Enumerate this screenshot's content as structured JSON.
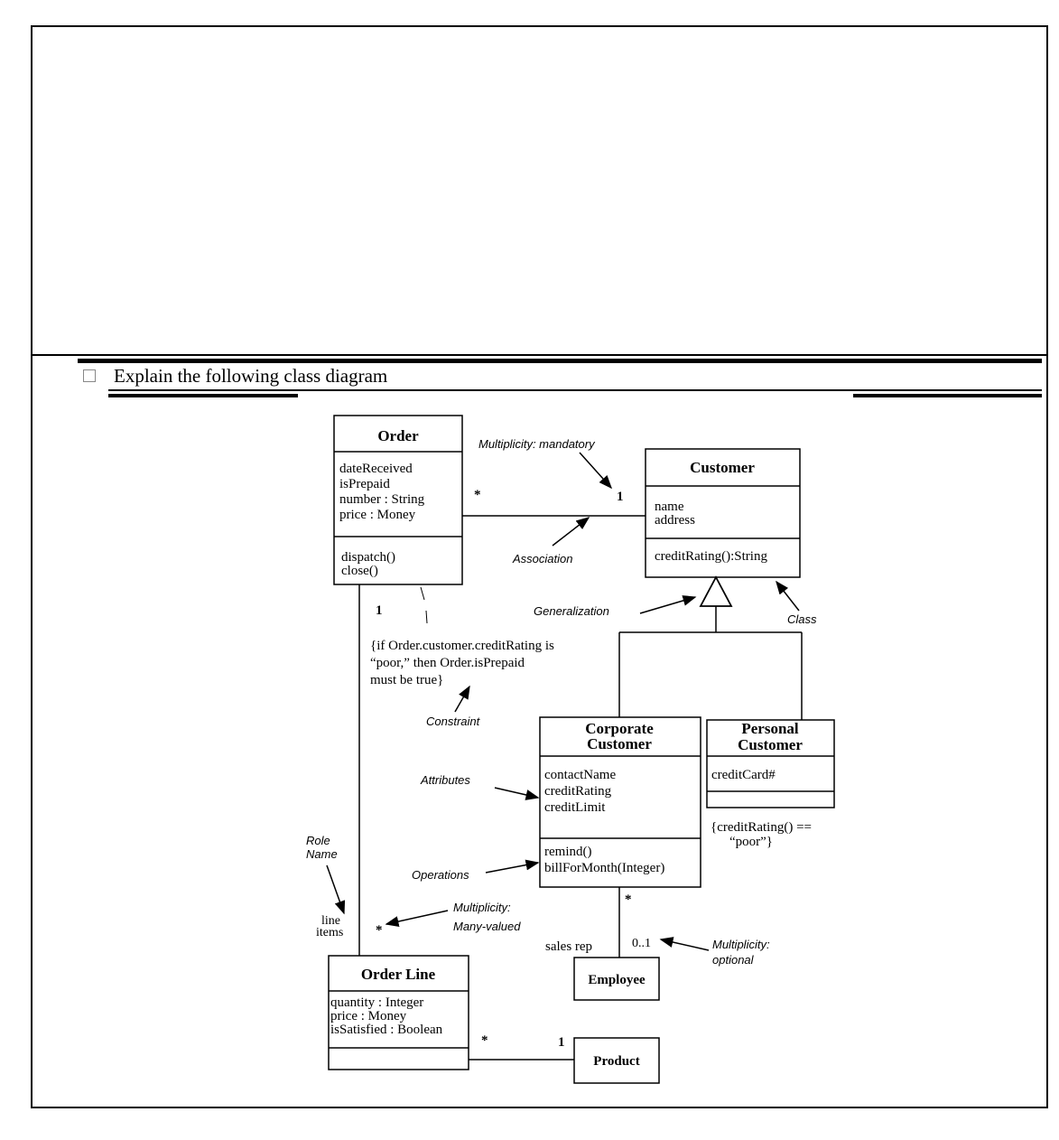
{
  "question": {
    "bullet_icon": "empty-square-icon",
    "text": "Explain the following class diagram"
  },
  "classes": {
    "order": {
      "name": "Order",
      "attributes": [
        "dateReceived",
        "isPrepaid",
        "number : String",
        "price : Money"
      ],
      "operations": [
        "dispatch()",
        "close()"
      ]
    },
    "customer": {
      "name": "Customer",
      "attributes": [
        "name",
        "address"
      ],
      "operations": [
        "creditRating():String"
      ]
    },
    "corporate": {
      "name_line1": "Corporate",
      "name_line2": "Customer",
      "attributes": [
        "contactName",
        "creditRating",
        "creditLimit"
      ],
      "operations": [
        "remind()",
        "billForMonth(Integer)"
      ]
    },
    "personal": {
      "name_line1": "Personal",
      "name_line2": "Customer",
      "attributes": [
        "creditCard#"
      ]
    },
    "order_line": {
      "name": "Order Line",
      "attributes": [
        "quantity : Integer",
        "price : Money",
        "isSatisfied : Boolean"
      ]
    },
    "employee": {
      "name": "Employee"
    },
    "product": {
      "name": "Product"
    }
  },
  "multiplicities": {
    "order_customer_order_end": "*",
    "order_customer_customer_end": "1",
    "order_orderline_order_end": "1",
    "order_orderline_line_end": "*",
    "corporate_employee_corporate_end": "*",
    "corporate_employee_employee_end": "0..1",
    "orderline_product_line_end": "*",
    "orderline_product_product_end": "1"
  },
  "role_names": {
    "line_items_1": "line",
    "line_items_2": "items",
    "sales_rep": "sales rep"
  },
  "constraints": {
    "order_line1": "{if Order.customer.creditRating is",
    "order_line2": "“poor,” then Order.isPrepaid",
    "order_line3": "must be true}",
    "personal_line1": "{creditRating() ==",
    "personal_line2": "“poor”}"
  },
  "annotations": {
    "multiplicity_mandatory": "Multiplicity: mandatory",
    "association": "Association",
    "generalization": "Generalization",
    "class": "Class",
    "constraint": "Constraint",
    "attributes": "Attributes",
    "operations": "Operations",
    "role_name_1": "Role",
    "role_name_2": "Name",
    "multiplicity_many_1": "Multiplicity:",
    "multiplicity_many_2": "Many-valued",
    "multiplicity_optional_1": "Multiplicity:",
    "multiplicity_optional_2": "optional"
  }
}
